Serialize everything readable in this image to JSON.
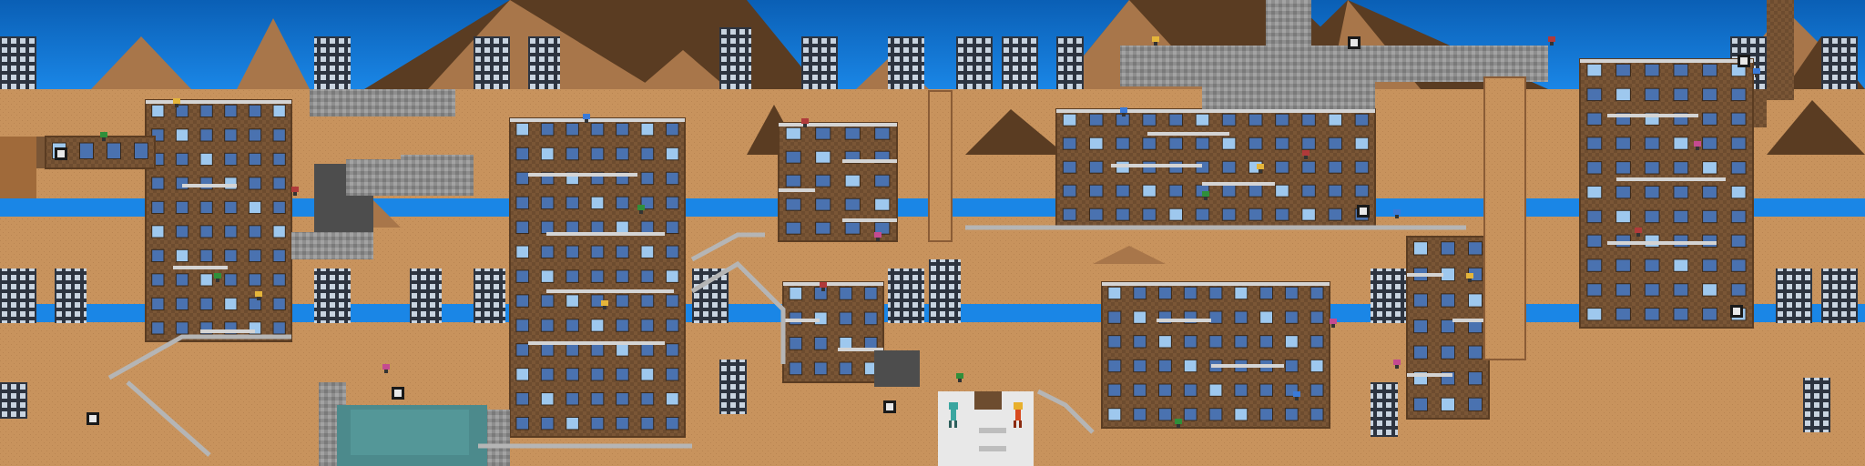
{
  "map": {
    "type": "2d-platformer-level-overview",
    "palette": {
      "sky": "#1a86e6",
      "sky_top": "#0a5fb5",
      "dirt": "#c8935d",
      "dirt_dark": "#a06a3a",
      "pyramid_light": "#a8764a",
      "pyramid_dark": "#5a3c22",
      "building": "#7a5636",
      "building_edge": "#5a3c22",
      "window": "#4a72b0",
      "window_lit": "#9ec8ee",
      "ledge": "#d4d4d4",
      "stone": "#8e8e8e",
      "stone_dark": "#5c5c5c",
      "water": "#4c8a8c",
      "skyscraper": "#2d3440",
      "skyscraper_window": "#c9d4e0"
    },
    "regions": [
      {
        "id": "west-tower",
        "kind": "building"
      },
      {
        "id": "central-tower",
        "kind": "building"
      },
      {
        "id": "mid-tower-upper",
        "kind": "building"
      },
      {
        "id": "mid-tower-lower",
        "kind": "building"
      },
      {
        "id": "east-block",
        "kind": "building"
      },
      {
        "id": "south-east-block",
        "kind": "building"
      },
      {
        "id": "far-east-tower",
        "kind": "building"
      },
      {
        "id": "pool",
        "kind": "water"
      },
      {
        "id": "spawn-room",
        "kind": "start-area"
      }
    ],
    "entities": [
      {
        "id": "player-blue",
        "kind": "player",
        "color": "#3aa6a0"
      },
      {
        "id": "player-red",
        "kind": "player",
        "color": "#d84a1e"
      },
      {
        "id": "crates",
        "kind": "pickup",
        "count": 8
      },
      {
        "id": "enemies",
        "kind": "creature"
      }
    ]
  }
}
